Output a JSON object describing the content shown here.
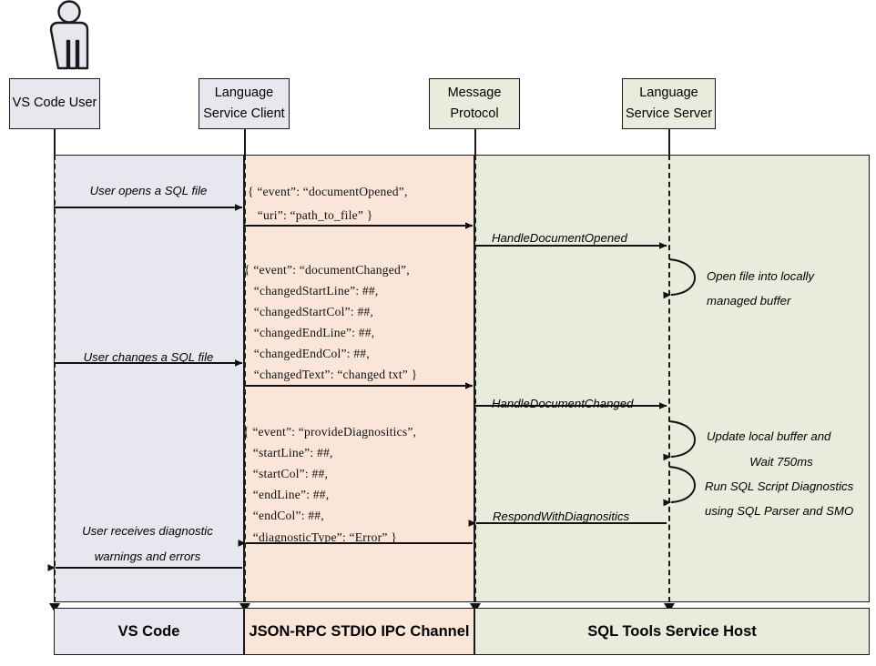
{
  "diagram": {
    "title": "SQL Tools Service sequence diagram",
    "colors": {
      "vscode_band": "#e8e6ef",
      "ipc_band": "#fae6d8",
      "host_band": "#e7ecdc",
      "stroke": "#1a1a1a"
    }
  },
  "actor": {
    "name": "vs-code-user-actor"
  },
  "lifelines": [
    {
      "id": "vs-code-user",
      "line1": "VS Code User",
      "line2": ""
    },
    {
      "id": "language-service-client",
      "line1": "Language",
      "line2": "Service Client"
    },
    {
      "id": "message-protocol",
      "line1": "Message",
      "line2": "Protocol"
    },
    {
      "id": "language-service-server",
      "line1": "Language",
      "line2": "Service Server"
    }
  ],
  "messages": {
    "user_opens_sql_file": "User opens a SQL file",
    "user_changes_sql_file": "User changes a SQL file",
    "user_receives_diagnostics_l1": "User receives diagnostic",
    "user_receives_diagnostics_l2": "warnings and errors",
    "handle_document_opened": "HandleDocumentOpened",
    "handle_document_changed": "HandleDocumentChanged",
    "respond_with_diagnostics": "RespondWithDiagnositics"
  },
  "json_payloads": {
    "document_opened": [
      "{ “event”: “documentOpened”,",
      "   “uri”: “path_to_file” }"
    ],
    "document_changed": [
      "{ “event”: “documentChanged”,",
      "   “changedStartLine”: ##,",
      "   “changedStartCol”: ##,",
      "   “changedEndLine”: ##,",
      "   “changedEndCol”: ##,",
      "   “changedText”: “changed txt” }"
    ],
    "provide_diagnostics": [
      "{ “event”: “provideDiagnositics”,",
      "   “startLine”: ##,",
      "   “startCol”: ##,",
      "   “endLine”: ##,",
      "   “endCol”: ##,",
      "   “diagnosticType”: “Error” }"
    ]
  },
  "self_notes": {
    "open_file_l1": "Open file into locally",
    "open_file_l2": "managed buffer",
    "update_buffer_l1": "Update local buffer and",
    "update_buffer_l2": "Wait 750ms",
    "run_diagnostics_l1": "Run SQL Script Diagnostics",
    "run_diagnostics_l2": "using SQL Parser and SMO"
  },
  "footer": {
    "vs_code": "VS Code",
    "ipc_channel": "JSON-RPC STDIO IPC Channel",
    "service_host": "SQL Tools Service Host"
  }
}
